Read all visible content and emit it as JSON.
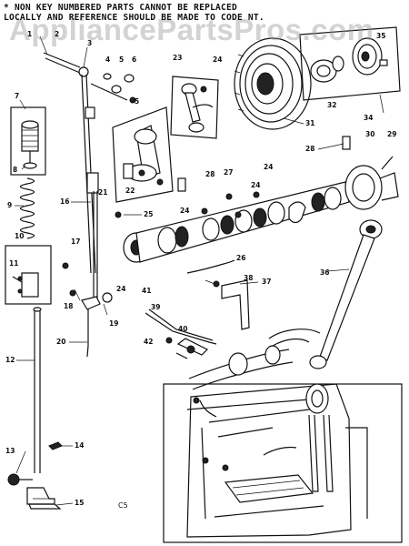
{
  "header": {
    "note_line1": "* NON KEY NUMBERED PARTS CANNOT BE REPLACED",
    "note_line2": "LOCALLY AND REFERENCE SHOULD BE MADE TO CODE NT."
  },
  "watermark": "AppliancePartsPros.com",
  "diagram_code": "C5",
  "labels": {
    "l1": "1",
    "l2": "2",
    "l3": "3",
    "l4": "4",
    "l5a": "5",
    "l5b": "5",
    "l6": "6",
    "l7": "7",
    "l8": "8",
    "l9": "9",
    "l10": "10",
    "l11": "11",
    "l12": "12",
    "l13": "13",
    "l14": "14",
    "l15": "15",
    "l16": "16",
    "l17": "17",
    "l18": "18",
    "l19": "19",
    "l20": "20",
    "l21": "21",
    "l22": "22",
    "l23": "23",
    "l24a": "24",
    "l24b": "24",
    "l24c": "24",
    "l24d": "24",
    "l24e": "24",
    "l25": "25",
    "l26": "26",
    "l27": "27",
    "l28a": "28",
    "l28b": "28",
    "l29": "29",
    "l30": "30",
    "l31": "31",
    "l32": "32",
    "l34": "34",
    "l35": "35",
    "l36": "36",
    "l37": "37",
    "l38": "38",
    "l39": "39",
    "l40": "40",
    "l41": "41",
    "l42": "42"
  }
}
